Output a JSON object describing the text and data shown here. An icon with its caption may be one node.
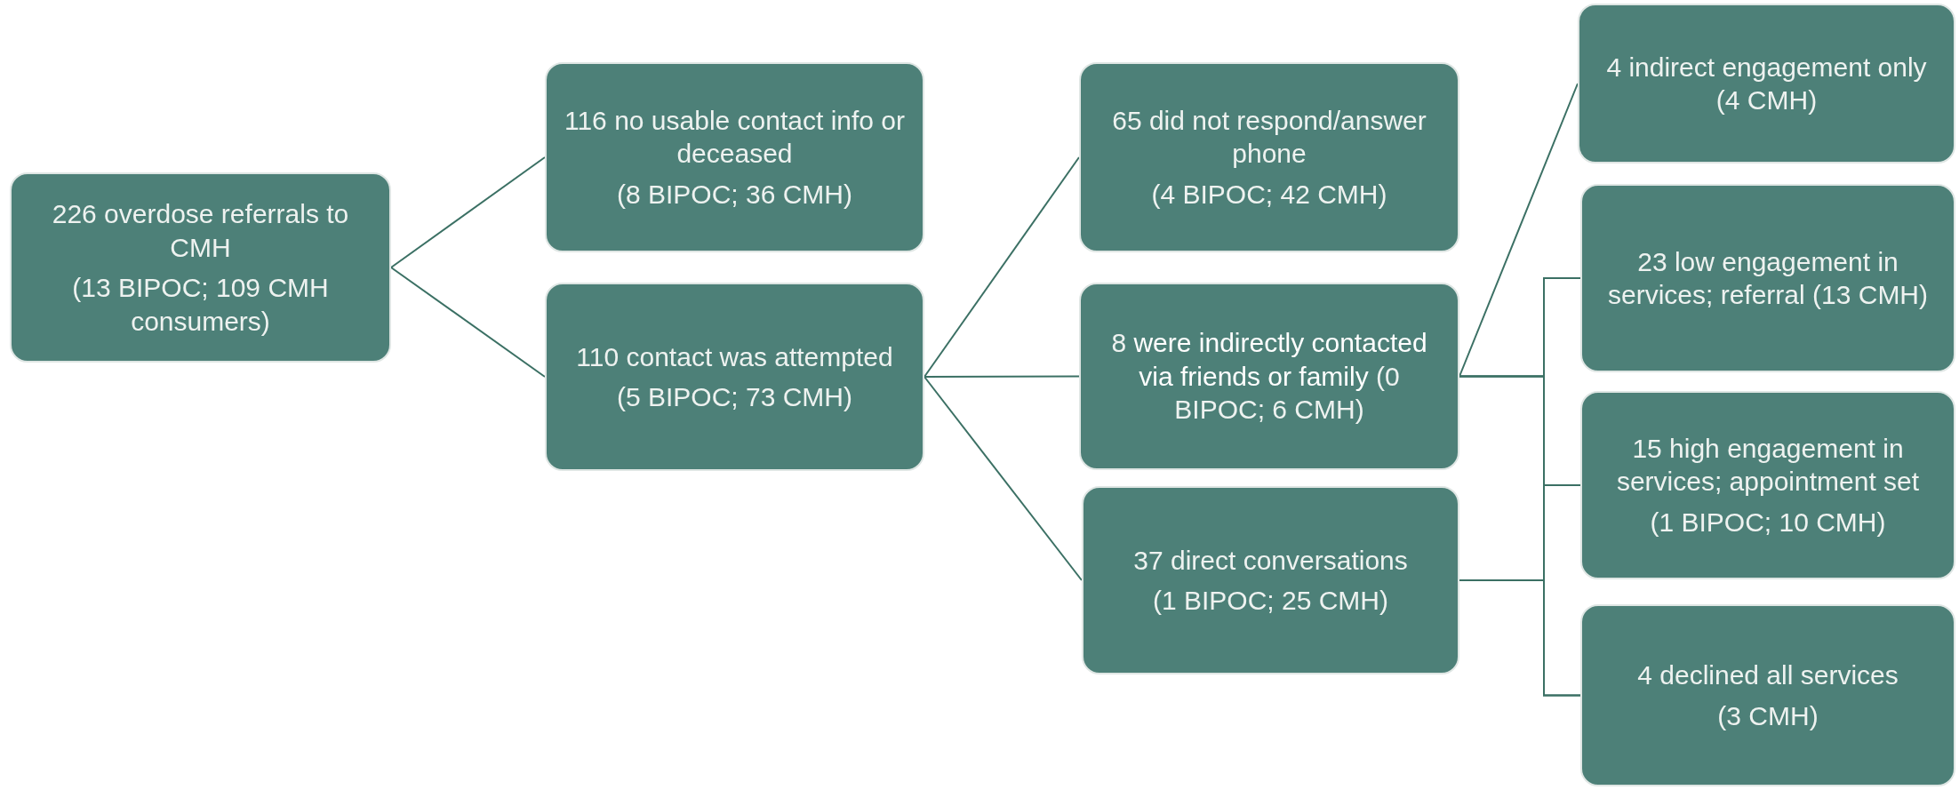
{
  "diagram": {
    "nodes": [
      {
        "text": [
          "226 overdose referrals to CMH",
          "(13 BIPOC; 109 CMH consumers)"
        ]
      },
      {
        "text": [
          "116 no usable contact info or deceased",
          "(8 BIPOC; 36 CMH)"
        ]
      },
      {
        "text": [
          "110 contact was attempted",
          "(5 BIPOC; 73 CMH)"
        ]
      },
      {
        "text": [
          "65 did not respond/answer phone",
          "(4 BIPOC; 42 CMH)"
        ]
      },
      {
        "text": [
          "8 **were indirectly contacted via friends or family** (0 BIPOC; 6 CMH)"
        ]
      },
      {
        "text": [
          "37 direct conversations",
          "(1 BIPOC; 25 CMH)"
        ]
      },
      {
        "text": [
          "4 indirect engagement only (4 CMH)"
        ]
      },
      {
        "text": [
          "23 low engagement in services; referral (13 CMH)"
        ]
      },
      {
        "text": [
          "15 high engagement in services; appointment set",
          "(1 BIPOC; 10 CMH)"
        ]
      },
      {
        "text": [
          "4 declined all services",
          "(3 CMH)"
        ]
      }
    ],
    "edges": [
      {
        "from": 0,
        "to": 1,
        "arrow": "none"
      },
      {
        "from": 0,
        "to": 2,
        "arrow": "none"
      },
      {
        "from": 2,
        "to": 3,
        "arrow": "none"
      },
      {
        "from": 2,
        "to": 4,
        "arrow": "none"
      },
      {
        "from": 2,
        "to": 5,
        "arrow": "none"
      },
      {
        "from": 4,
        "to": 6,
        "arrow": "none"
      },
      {
        "from": 4,
        "to": 7,
        "arrow": "none"
      },
      {
        "from": 4,
        "to": 8,
        "arrow": "none"
      },
      {
        "from": 4,
        "to": 9,
        "arrow": "none"
      },
      {
        "from": 5,
        "to": 7,
        "arrow": "none"
      },
      {
        "from": 5,
        "to": 8,
        "arrow": "none"
      },
      {
        "from": 5,
        "to": 9,
        "arrow": "none"
      }
    ]
  }
}
